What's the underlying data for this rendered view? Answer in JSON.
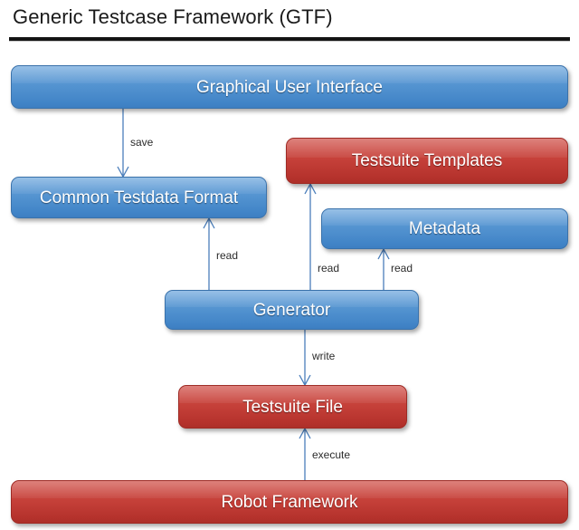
{
  "diagram": {
    "title": "Generic Testcase Framework (GTF)",
    "colors": {
      "blue_box": "#5393d0",
      "red_box": "#c6413a",
      "arrow": "#4a7ebb",
      "text_on_box": "#ffffff",
      "title_text": "#1a1a1a",
      "rule": "#141414"
    },
    "nodes": [
      {
        "id": "gui",
        "label": "Graphical User Interface",
        "color": "blue"
      },
      {
        "id": "ctf",
        "label": "Common Testdata Format",
        "color": "blue"
      },
      {
        "id": "templates",
        "label": "Testsuite Templates",
        "color": "red"
      },
      {
        "id": "metadata",
        "label": "Metadata",
        "color": "blue"
      },
      {
        "id": "generator",
        "label": "Generator",
        "color": "blue"
      },
      {
        "id": "suitefile",
        "label": "Testsuite File",
        "color": "red"
      },
      {
        "id": "robot",
        "label": "Robot Framework",
        "color": "red"
      }
    ],
    "edges": [
      {
        "id": "save",
        "label": "save",
        "from": "gui",
        "to": "ctf"
      },
      {
        "id": "read-ctf",
        "label": "read",
        "from": "generator",
        "to": "ctf"
      },
      {
        "id": "read-tpl",
        "label": "read",
        "from": "generator",
        "to": "templates"
      },
      {
        "id": "read-md",
        "label": "read",
        "from": "generator",
        "to": "metadata"
      },
      {
        "id": "write",
        "label": "write",
        "from": "generator",
        "to": "suitefile"
      },
      {
        "id": "execute",
        "label": "execute",
        "from": "robot",
        "to": "suitefile"
      }
    ]
  }
}
